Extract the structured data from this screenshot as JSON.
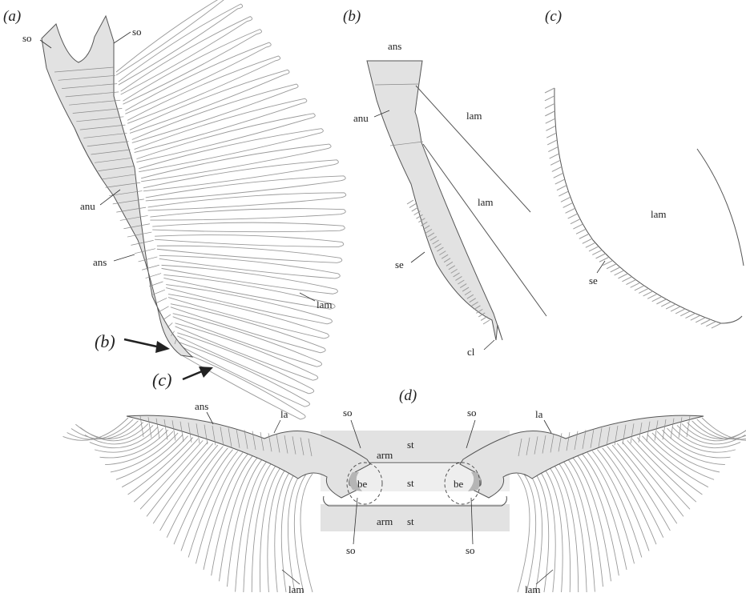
{
  "panel_labels": {
    "a": "(a)",
    "b": "(b)",
    "c": "(c)",
    "d": "(d)",
    "arrow_b": "(b)",
    "arrow_c": "(c)"
  },
  "panel_a": {
    "so_left": "so",
    "so_right": "so",
    "anu": "anu",
    "ans": "ans",
    "lam": "lam"
  },
  "panel_b": {
    "ans": "ans",
    "anu": "anu",
    "lam_upper": "lam",
    "lam_lower": "lam",
    "se": "se",
    "cl": "cl"
  },
  "panel_c": {
    "lam": "lam",
    "se": "se"
  },
  "panel_d": {
    "ans": "ans",
    "la_left": "la",
    "la_right": "la",
    "so_top_left": "so",
    "so_top_right": "so",
    "so_bottom_left": "so",
    "so_bottom_right": "so",
    "arm_top": "arm",
    "arm_bottom": "arm",
    "st_top": "st",
    "st_mid": "st",
    "st_bottom": "st",
    "be_left": "be",
    "be_right": "be",
    "lam_left": "lam",
    "lam_right": "lam"
  }
}
